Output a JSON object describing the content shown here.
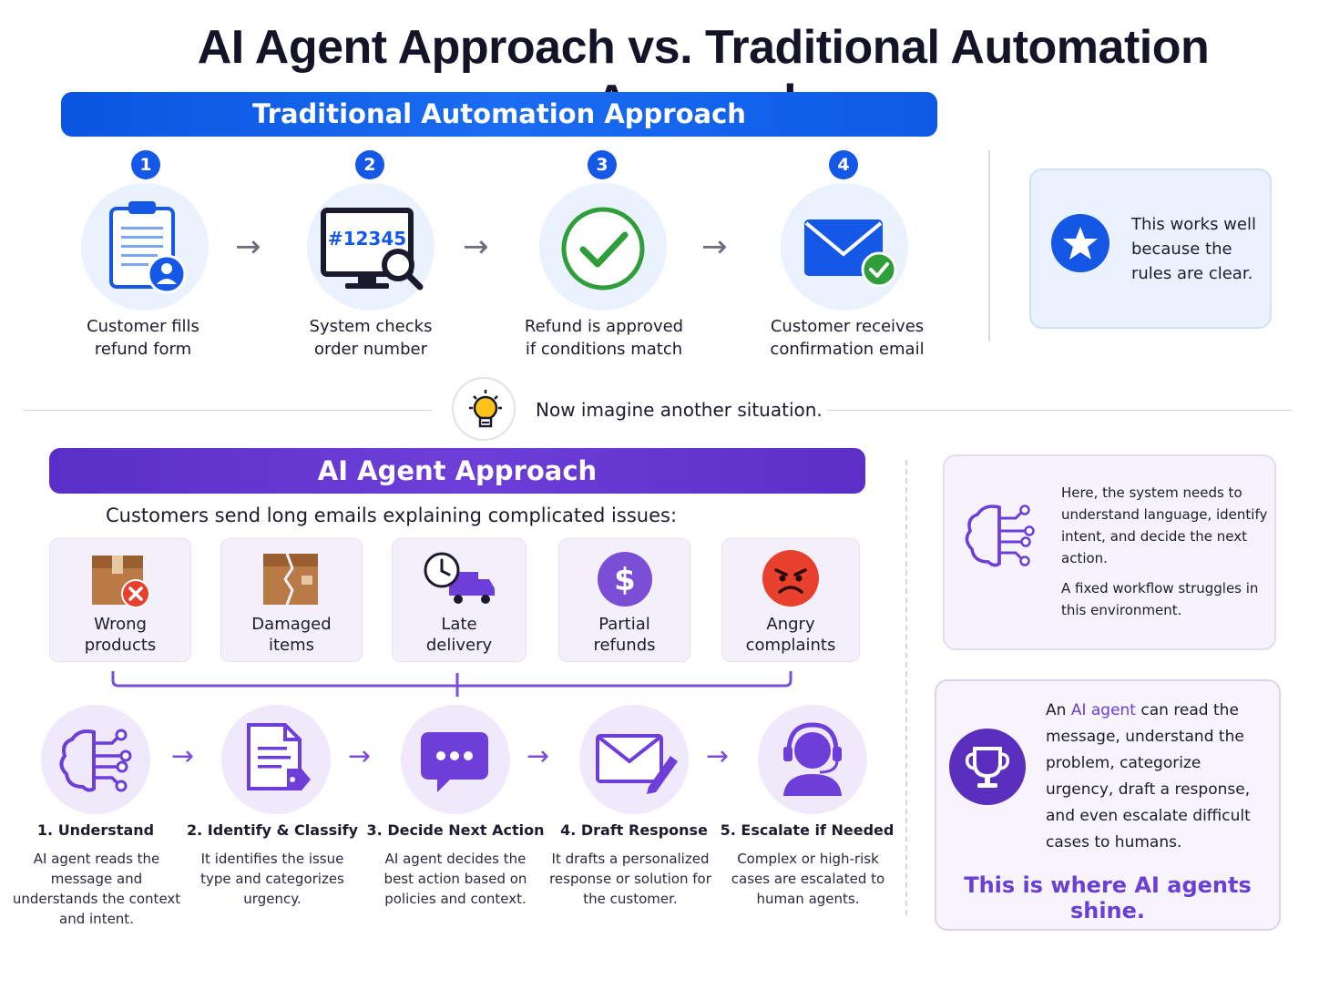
{
  "title": "AI Agent Approach vs. Traditional Automation Approach",
  "traditional": {
    "banner": "Traditional Automation Approach",
    "steps": [
      {
        "num": "1",
        "icon": "clipboard-user-icon",
        "line1": "Customer fills",
        "line2": "refund form"
      },
      {
        "num": "2",
        "icon": "monitor-search-icon",
        "screen_text": "#12345",
        "line1": "System checks",
        "line2": "order number"
      },
      {
        "num": "3",
        "icon": "checkmark-circle-icon",
        "line1": "Refund is approved",
        "line2": "if conditions match"
      },
      {
        "num": "4",
        "icon": "email-check-icon",
        "line1": "Customer receives",
        "line2": "confirmation email"
      }
    ],
    "arrow": "→",
    "note": "This works well because the rules are clear."
  },
  "transition": {
    "icon": "lightbulb-icon",
    "text": "Now imagine another situation."
  },
  "ai": {
    "banner": "AI Agent Approach",
    "issues_heading": "Customers send long emails explaining complicated issues:",
    "issues": [
      {
        "icon": "box-x-icon",
        "line1": "Wrong",
        "line2": "products"
      },
      {
        "icon": "damaged-box-icon",
        "line1": "Damaged",
        "line2": "items"
      },
      {
        "icon": "clock-truck-icon",
        "line1": "Late",
        "line2": "delivery"
      },
      {
        "icon": "dollar-icon",
        "line1": "Partial",
        "line2": "refunds"
      },
      {
        "icon": "angry-face-icon",
        "line1": "Angry",
        "line2": "complaints"
      }
    ],
    "steps": [
      {
        "icon": "brain-circuit-icon",
        "title": "1. Understand",
        "desc": "AI agent reads the message and understands the context and intent."
      },
      {
        "icon": "document-tag-icon",
        "title": "2. Identify & Classify",
        "desc": "It identifies the issue type and categorizes urgency."
      },
      {
        "icon": "chat-bubble-icon",
        "title": "3. Decide Next Action",
        "desc": "AI agent decides the best action based on policies and context."
      },
      {
        "icon": "envelope-pencil-icon",
        "title": "4. Draft Response",
        "desc": "It drafts a personalized response or solution for the customer."
      },
      {
        "icon": "headset-agent-icon",
        "title": "5. Escalate if Needed",
        "desc": "Complex or high-risk cases are escalated to human agents."
      }
    ],
    "arrow": "→",
    "note1_p1": "Here, the system needs to understand language, identify intent, and decide the next action.",
    "note1_p2": "A fixed workflow struggles in this environment.",
    "note2_prefix": "An ",
    "note2_accent": "AI agent",
    "note2_rest": " can read the message, understand the problem, categorize urgency, draft a response, and even escalate difficult cases to humans.",
    "shine": "This is where AI agents shine."
  },
  "colors": {
    "trad_blue": "#1557e6",
    "ai_purple": "#6a3fd4",
    "success_green": "#2e9d3a",
    "alert_red": "#e8402c"
  }
}
